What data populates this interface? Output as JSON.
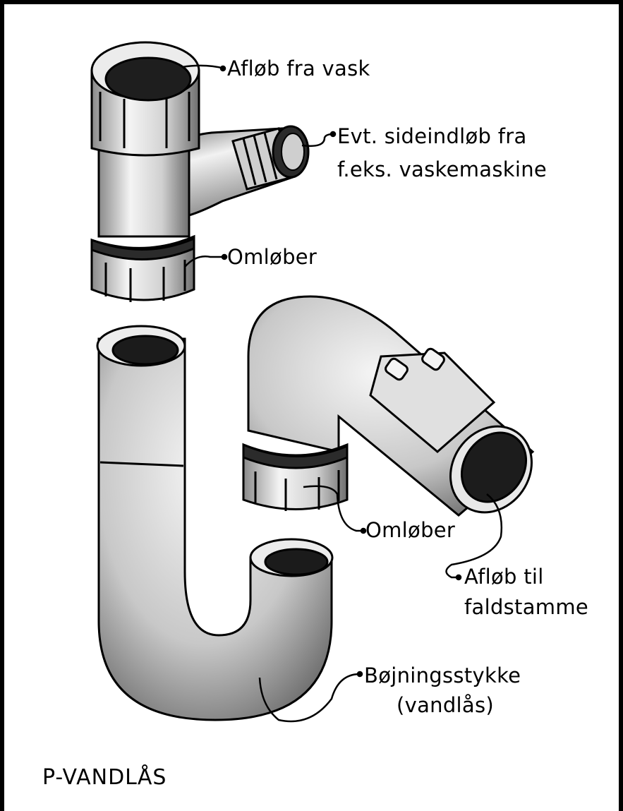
{
  "title": "P-VANDLÅS",
  "labels": {
    "afloeb_fra_vask": "Afløb fra vask",
    "sideindloeb_line1": "Evt. sideindløb fra",
    "sideindloeb_line2": "f.eks. vaskemaskine",
    "omloeber_top": "Omløber",
    "omloeber_bottom": "Omløber",
    "afloeb_til_line1": "Afløb til",
    "afloeb_til_line2": "faldstamme",
    "boejning_line1": "Bøjningsstykke",
    "boejning_line2": "(vandlås)"
  },
  "colors": {
    "ink": "#000000",
    "pipe": "#f2f2f2",
    "shade": "#9a9a9a",
    "background": "#ffffff"
  }
}
